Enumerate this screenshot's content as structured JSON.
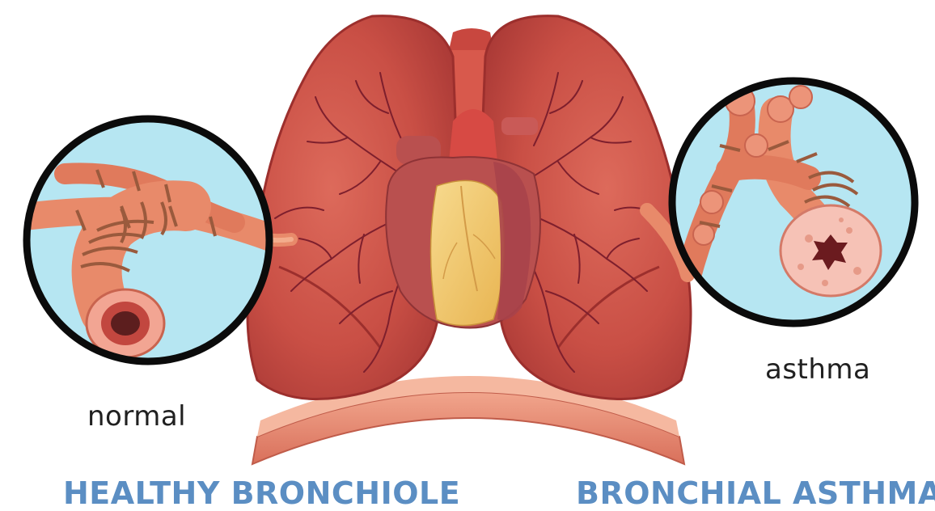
{
  "labels": {
    "normal": "normal",
    "asthma": "asthma"
  },
  "headings": {
    "left": "HEALTHY BRONCHIOLE",
    "right": "BRONCHIAL ASTHMA"
  },
  "colors": {
    "heading": "#5b8ec3",
    "inset_background": "#b6e6f2",
    "inset_border": "#0b0b0b",
    "lung": "#c94f45",
    "lung_dark": "#9c2f2d",
    "vessels": "#7e1f2d",
    "diaphragm": "#e0846d",
    "heart": "#b9504f",
    "fat": "#f1c86b",
    "airway": "#e88a6a",
    "muscle_band": "#9a5a3d"
  },
  "icons": {
    "lungs": "lungs-illustration",
    "heart": "heart-illustration",
    "normal_bronchiole": "bronchiole-normal-icon",
    "asthma_bronchiole": "bronchiole-asthma-icon"
  }
}
